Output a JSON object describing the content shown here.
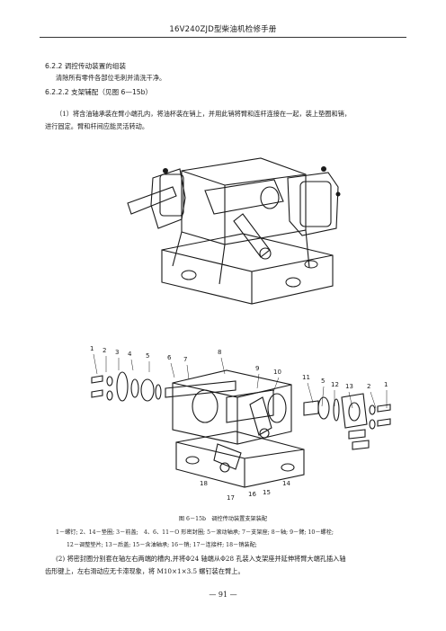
{
  "header": {
    "title": "16V240ZJD型柴油机检修手册"
  },
  "section": {
    "heading": "6.2.2 调控传动装置的组装"
  },
  "intro": {
    "text": "清除所有零件各部位毛刺并清洗干净。"
  },
  "subsection": {
    "heading": "6.2.2.2  支架辅配（见图 6—15b）"
  },
  "para1": {
    "line1": "（1）将含油轴承装在臂小端孔内，将油杯装在销上，并用此销将臂和连杆连接在一起，装上垫圈和销，",
    "line2": "进行固定。臂和杆间应能灵活转动。"
  },
  "figure": {
    "callouts_top": [
      "1",
      "2",
      "3",
      "4",
      "5",
      "6",
      "7",
      "8",
      "9",
      "10",
      "11",
      "5",
      "12",
      "13",
      "2",
      "1"
    ],
    "callouts_bottom": [
      "18",
      "17",
      "16",
      "15",
      "14"
    ],
    "caption": "图 6－15b　调控传动装置支架装配",
    "legend1": "1－螺钉; 2、14－垫圈; 3－前盖;　4、6、11－O 形密封圈; 5－滚动轴承; 7－支架座; 8－轴; 9－臂; 10－螺栓;",
    "legend2": "12－调整垫片; 13－后盖; 15－含油轴承; 16－销; 17－连接杆; 18－销装配;"
  },
  "para2": {
    "line1": "(2) 将密封圈分别套在轴左右两端的槽内,并将Φ24 轴端从Φ28 孔装入支架座并延伸将臂大端孔插入轴",
    "line2": "齿形键上，左右滑动应无卡滞现象，将 M10×1×3.5 螺钉装在臂上。"
  },
  "footer": {
    "page": "— 91 —"
  }
}
